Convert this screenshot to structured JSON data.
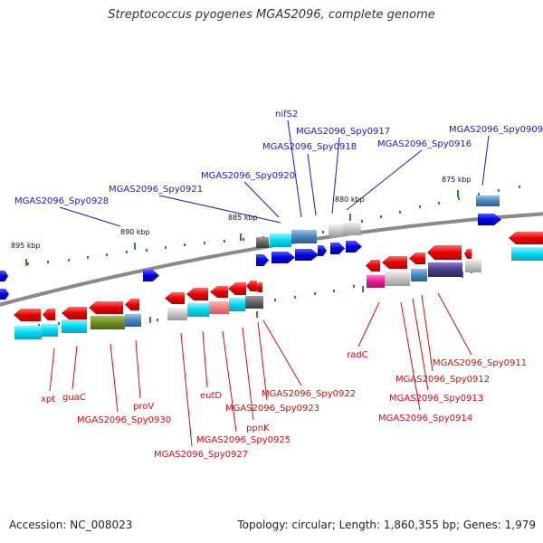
{
  "title": "Streptococcus pyogenes MGAS2096, complete genome",
  "footer": {
    "accession": "Accession: NC_008023",
    "summary": "Topology: circular; Length: 1,860,355 bp; Genes: 1,979"
  },
  "colors": {
    "backbone": "#8a8a8a",
    "tick": "#2e8b2e",
    "top_label": "#1a1acc",
    "bottom_label": "#cc1111",
    "ruler_text": "#111111"
  },
  "ruler_labels": [
    "875 kbp",
    "880 kbp",
    "885 kbp",
    "890 kbp",
    "895 kbp"
  ],
  "top_gene_labels": [
    "nifS2",
    "MGAS2096_Spy0917",
    "MGAS2096_Spy0918",
    "MGAS2096_Spy0916",
    "MGAS2096_Spy0909",
    "MGAS2096_Spy0920",
    "MGAS2096_Spy0921",
    "MGAS2096_Spy0928"
  ],
  "bottom_gene_labels": [
    "xpt",
    "guaC",
    "proV",
    "MGAS2096_Spy0930",
    "eutD",
    "MGAS2096_Spy0927",
    "MGAS2096_Spy0925",
    "ppnK",
    "MGAS2096_Spy0923",
    "MGAS2096_Spy0922",
    "radC",
    "MGAS2096_Spy0911",
    "MGAS2096_Spy0912",
    "MGAS2096_Spy0913",
    "MGAS2096_Spy0914"
  ]
}
